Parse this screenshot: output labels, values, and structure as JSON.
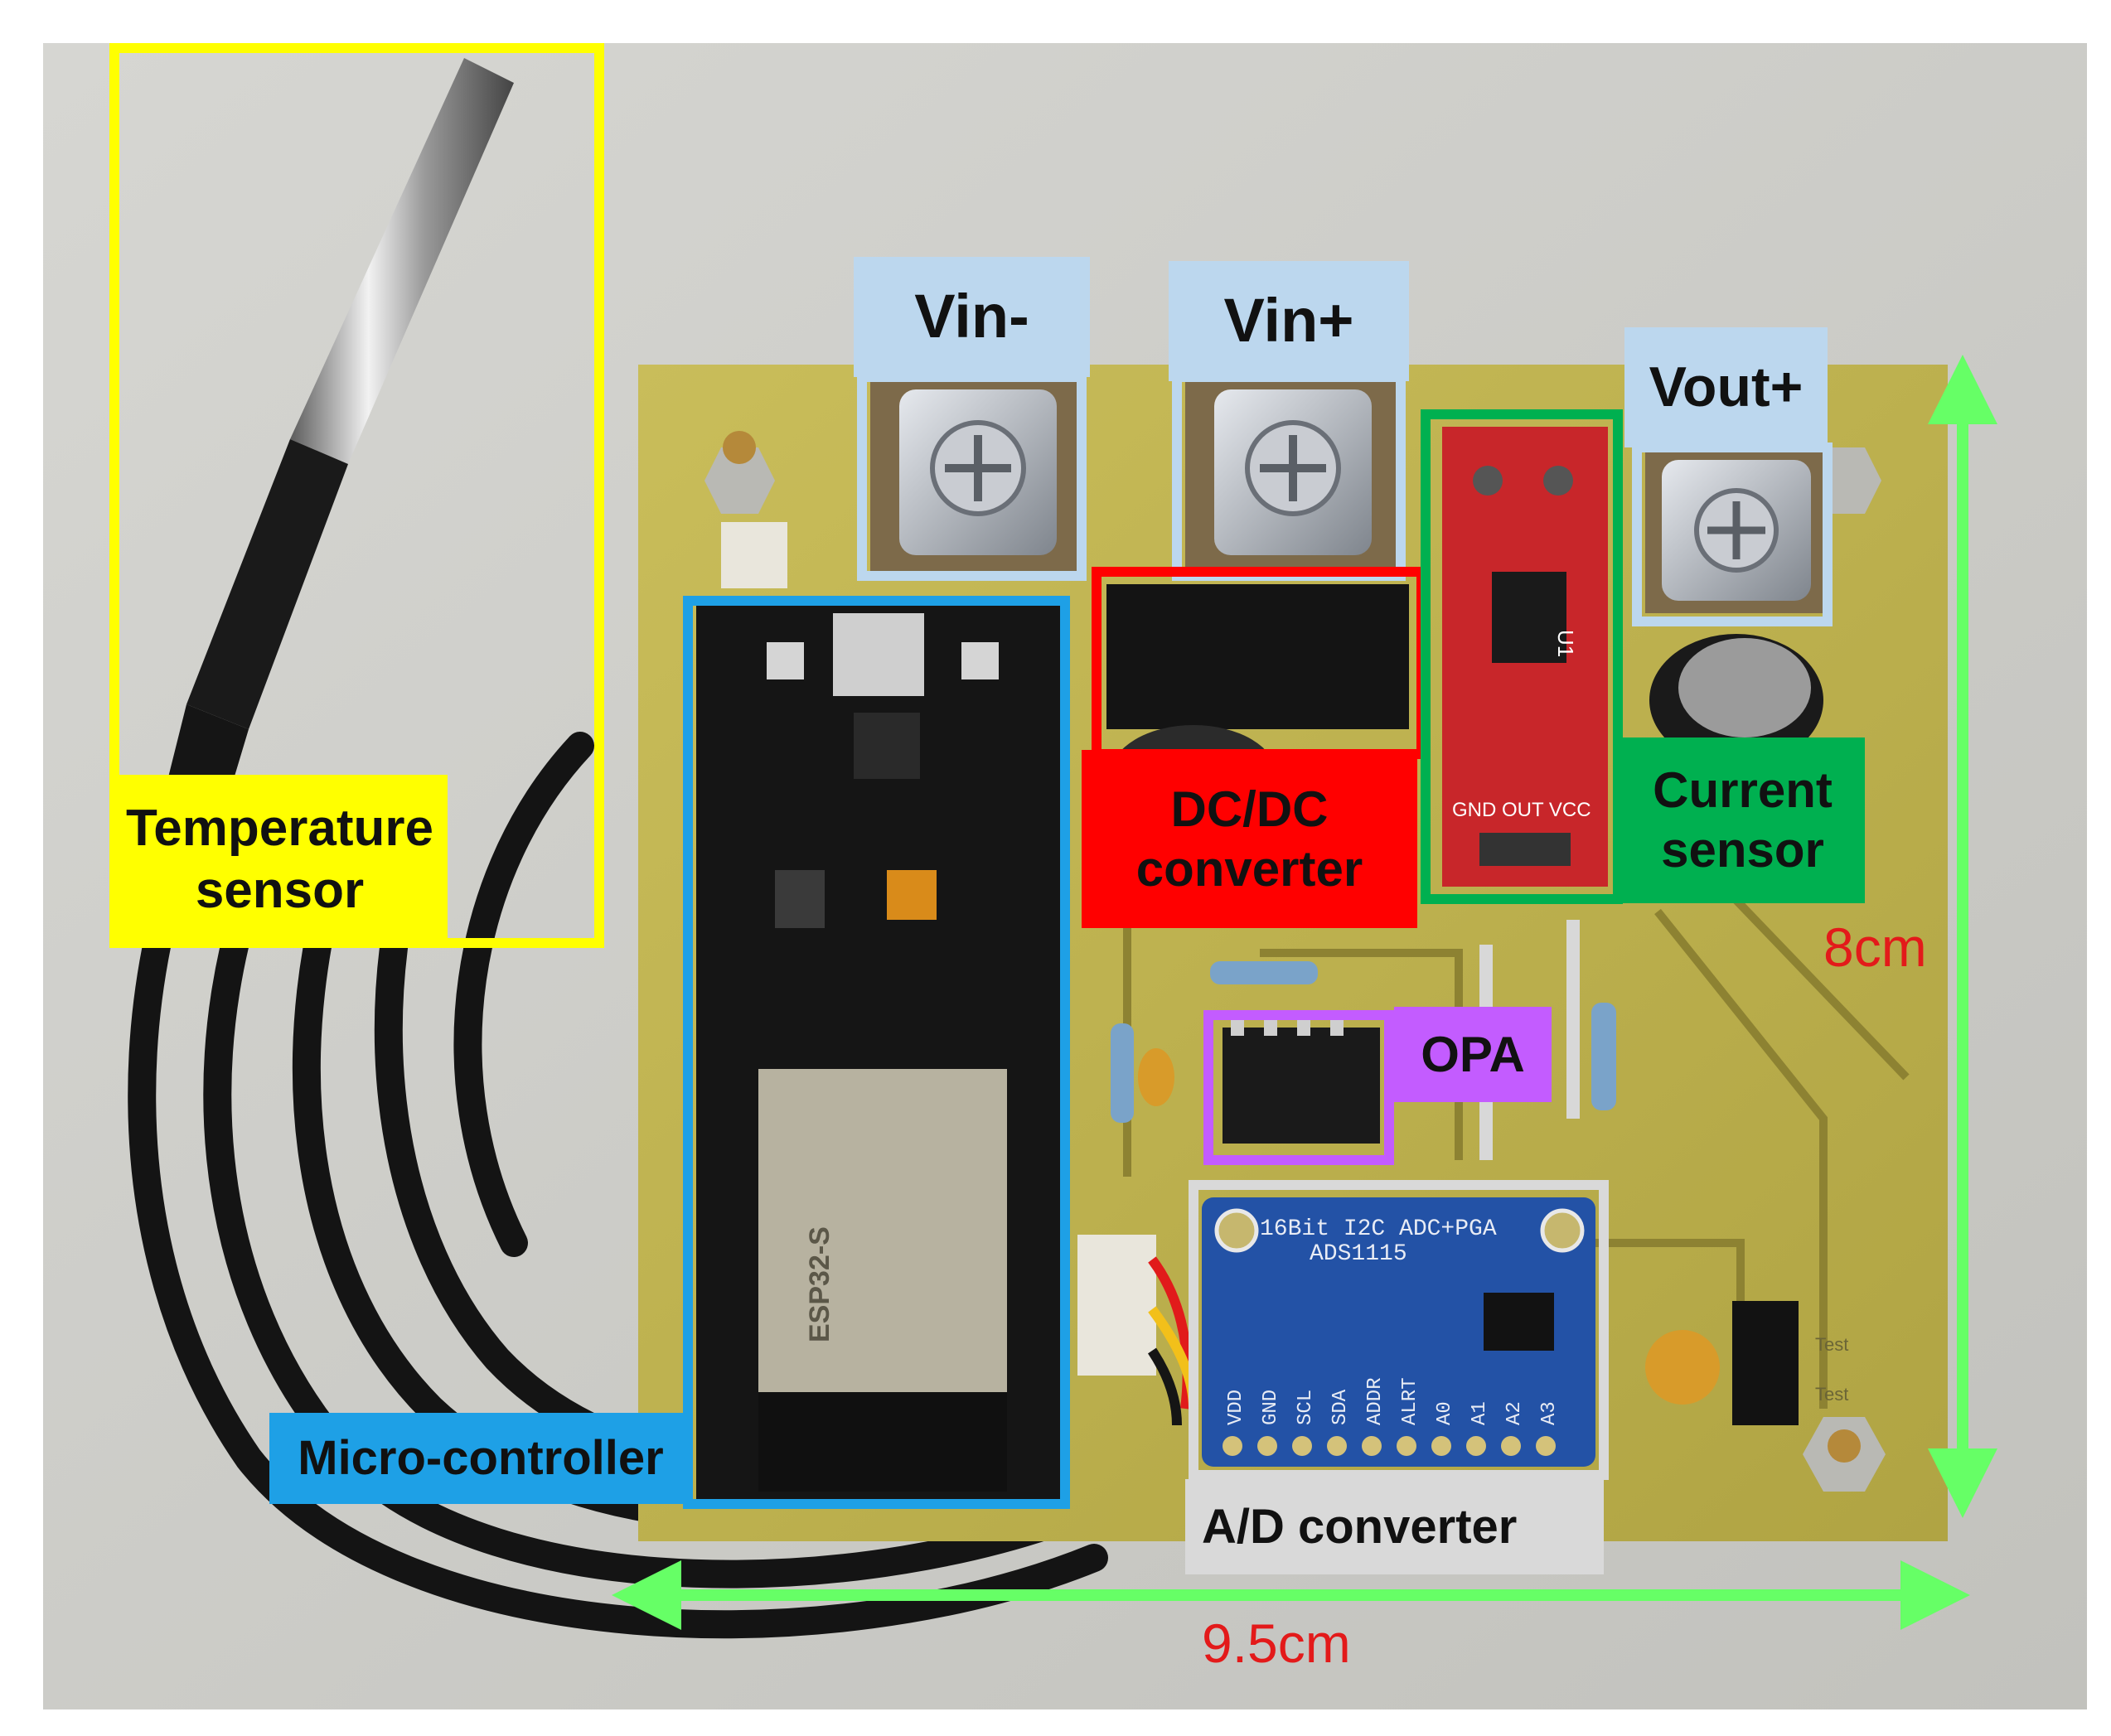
{
  "labels": {
    "temperature_sensor": [
      "Temperature",
      "sensor"
    ],
    "vin_minus": "Vin-",
    "vin_plus": "Vin+",
    "vout_plus": "Vout+",
    "dcdc_converter": [
      "DC/DC",
      "converter"
    ],
    "current_sensor": [
      "Current",
      "sensor"
    ],
    "opa": "OPA",
    "micro_controller": "Micro-controller",
    "ad_converter": "A/D converter"
  },
  "dimensions": {
    "height": "8cm",
    "width": "9.5cm"
  },
  "board_print": {
    "adc_header": "16Bit I2C ADC+PGA",
    "adc_chip": "ADS1115",
    "adc_pins": [
      "VDD",
      "GND",
      "SCL",
      "SDA",
      "ADDR",
      "ALRT",
      "A0",
      "A1",
      "A2",
      "A3"
    ],
    "esp_module": "ESP32-S",
    "current_pins": "GND OUT VCC",
    "current_chip": "U1",
    "test_marks": [
      "Test",
      "Test"
    ]
  },
  "colors": {
    "temperature": "#ffff00",
    "microcontroller": "#1ea0e6",
    "terminal_label": "#bcd7ee",
    "dcdc": "#ff0000",
    "current": "#00b050",
    "opa": "#c35cff",
    "adc_label": "#d9d9d9",
    "arrow": "#66ff66",
    "measure_text": "#e31a1a"
  }
}
